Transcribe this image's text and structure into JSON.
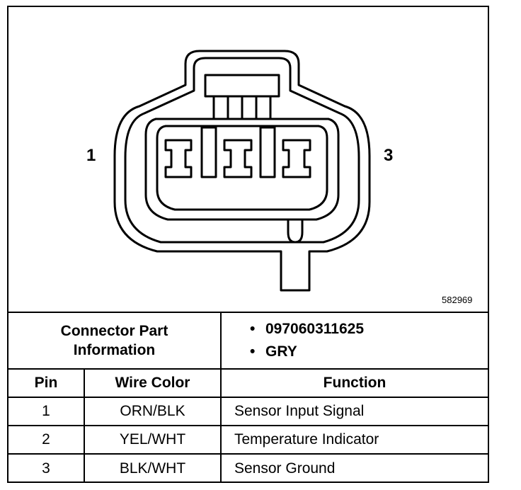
{
  "diagram": {
    "pin_left": "1",
    "pin_right": "3",
    "figure_number": "582969"
  },
  "table": {
    "part_info_label": "Connector Part Information",
    "part_info_items": [
      "097060311625",
      "GRY"
    ],
    "headers": {
      "pin": "Pin",
      "wire_color": "Wire Color",
      "function": "Function"
    },
    "rows": [
      {
        "pin": "1",
        "wire_color": "ORN/BLK",
        "function": "Sensor Input Signal"
      },
      {
        "pin": "2",
        "wire_color": "YEL/WHT",
        "function": "Temperature Indicator"
      },
      {
        "pin": "3",
        "wire_color": "BLK/WHT",
        "function": "Sensor Ground"
      }
    ]
  }
}
